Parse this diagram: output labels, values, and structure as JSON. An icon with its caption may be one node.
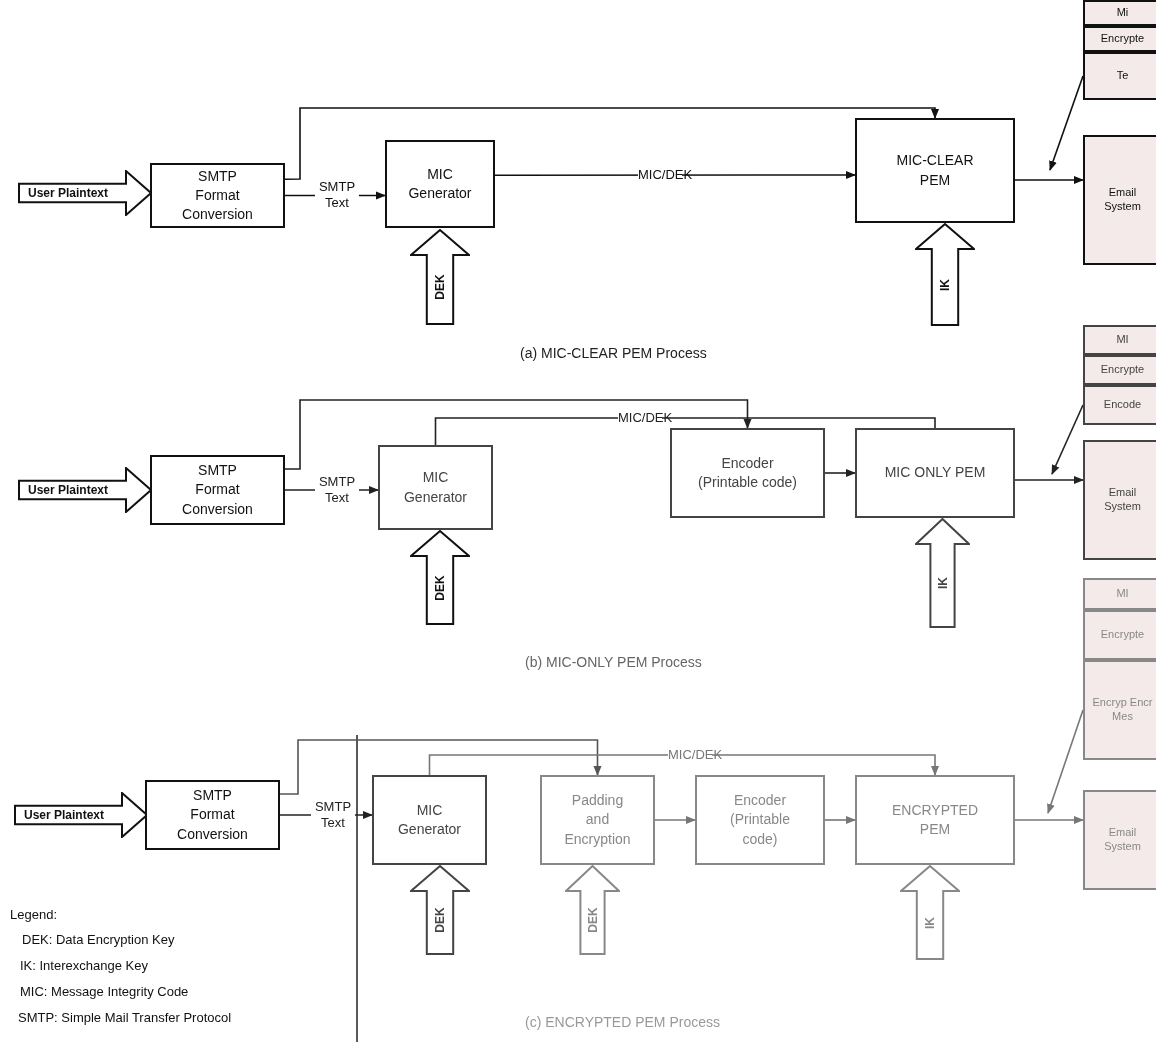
{
  "diagram": {
    "nodes": [
      {
        "text": [
          "User Plaintext"
        ]
      },
      {
        "text": [
          "SMTP Format Conversion"
        ]
      },
      {
        "text": [
          "MIC Generator"
        ]
      },
      {
        "text": [
          "MIC-CLEAR PEM"
        ]
      },
      {
        "text": [
          "DEK"
        ]
      },
      {
        "text": [
          "IK"
        ]
      },
      {
        "text": [
          "Mi"
        ]
      },
      {
        "text": [
          "Encrypte"
        ]
      },
      {
        "text": [
          "Te"
        ]
      },
      {
        "text": [
          "Email System"
        ]
      },
      {
        "text": [
          "User Plaintext"
        ]
      },
      {
        "text": [
          "SMTP Format Conversion"
        ]
      },
      {
        "text": [
          "MIC Generator"
        ]
      },
      {
        "text": [
          "Encoder (Printable code)"
        ]
      },
      {
        "text": [
          "MIC ONLY PEM"
        ]
      },
      {
        "text": [
          "DEK"
        ]
      },
      {
        "text": [
          "IK"
        ]
      },
      {
        "text": [
          "MI"
        ]
      },
      {
        "text": [
          "Encrypte"
        ]
      },
      {
        "text": [
          "Encode"
        ]
      },
      {
        "text": [
          "Email System"
        ]
      },
      {
        "text": [
          "User Plaintext"
        ]
      },
      {
        "text": [
          "SMTP Format Conversion"
        ]
      },
      {
        "text": [
          "MIC Generator"
        ]
      },
      {
        "text": [
          "Padding and Encryption"
        ]
      },
      {
        "text": [
          "Encoder (Printable code)"
        ]
      },
      {
        "text": [
          "ENCRYPTED PEM"
        ]
      },
      {
        "text": [
          "DEK"
        ]
      },
      {
        "text": [
          "DEK"
        ]
      },
      {
        "text": [
          "IK"
        ]
      },
      {
        "text": [
          "MI"
        ]
      },
      {
        "text": [
          "Encrypte"
        ]
      },
      {
        "text": [
          "Encryp Encr Mes"
        ]
      },
      {
        "text": [
          "Email System"
        ]
      }
    ],
    "edges": [
      {
        "from": 1,
        "to": 2,
        "arrow": "to",
        "label": "SMTP Text"
      },
      {
        "from": 1,
        "to": 3,
        "arrow": "to"
      },
      {
        "from": 2,
        "to": 3,
        "arrow": "to",
        "label": "MIC/DEK"
      },
      {
        "from": 3,
        "to": 9,
        "arrow": "to"
      },
      {
        "from": 8,
        "to": null,
        "arrow": "to"
      },
      {
        "from": 11,
        "to": 12,
        "arrow": "to",
        "label": "SMTP Text"
      },
      {
        "from": 11,
        "to": 13,
        "arrow": "to"
      },
      {
        "from": 12,
        "to": 14,
        "arrow": "none",
        "label": "MIC/DEK"
      },
      {
        "from": 13,
        "to": 14,
        "arrow": "to"
      },
      {
        "from": 14,
        "to": 20,
        "arrow": "to"
      },
      {
        "from": 19,
        "to": null,
        "arrow": "to"
      },
      {
        "from": 22,
        "to": 23,
        "arrow": "to",
        "label": "SMTP Text"
      },
      {
        "from": 22,
        "to": 24,
        "arrow": "to"
      },
      {
        "from": 23,
        "to": 26,
        "arrow": "to",
        "label": "MIC/DEK"
      },
      {
        "from": 24,
        "to": 25,
        "arrow": "to"
      },
      {
        "from": 25,
        "to": 26,
        "arrow": "to"
      },
      {
        "from": 26,
        "to": 33,
        "arrow": "to"
      },
      {
        "from": 32,
        "to": null,
        "arrow": "to"
      }
    ],
    "labels": [
      "(a) MIC-CLEAR PEM Process",
      "(b) MIC-ONLY PEM Process",
      "Legend:",
      "DEK: Data Encryption Key",
      "IK: Interexchange Key",
      "MIC: Message Integrity Code",
      "SMTP: Simple Mail Transfer Protocol",
      "(c) ENCRYPTED PEM Process"
    ]
  }
}
